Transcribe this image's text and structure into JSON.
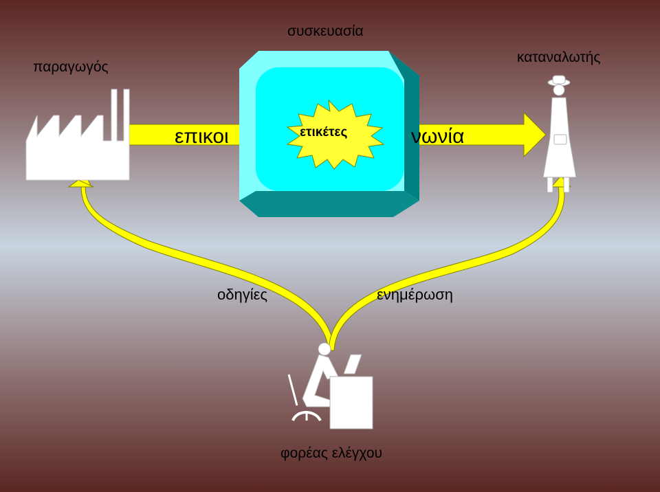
{
  "labels": {
    "producer": "παραγωγός",
    "packaging": "συσκευασία",
    "consumer": "καταναλωτής",
    "communication_left": "επικοι",
    "communication_right": "νωνία",
    "labels_burst": "ετικέτες",
    "instructions": "οδηγίες",
    "information": "ενημέρωση",
    "control_body": "φορέας ελέγχου"
  },
  "colors": {
    "arrow_fill": "#ffff00",
    "package_outer": "#80ffff",
    "package_inner": "#00ffff",
    "package_shade": "#008080",
    "icon_fill": "#ffffff"
  }
}
